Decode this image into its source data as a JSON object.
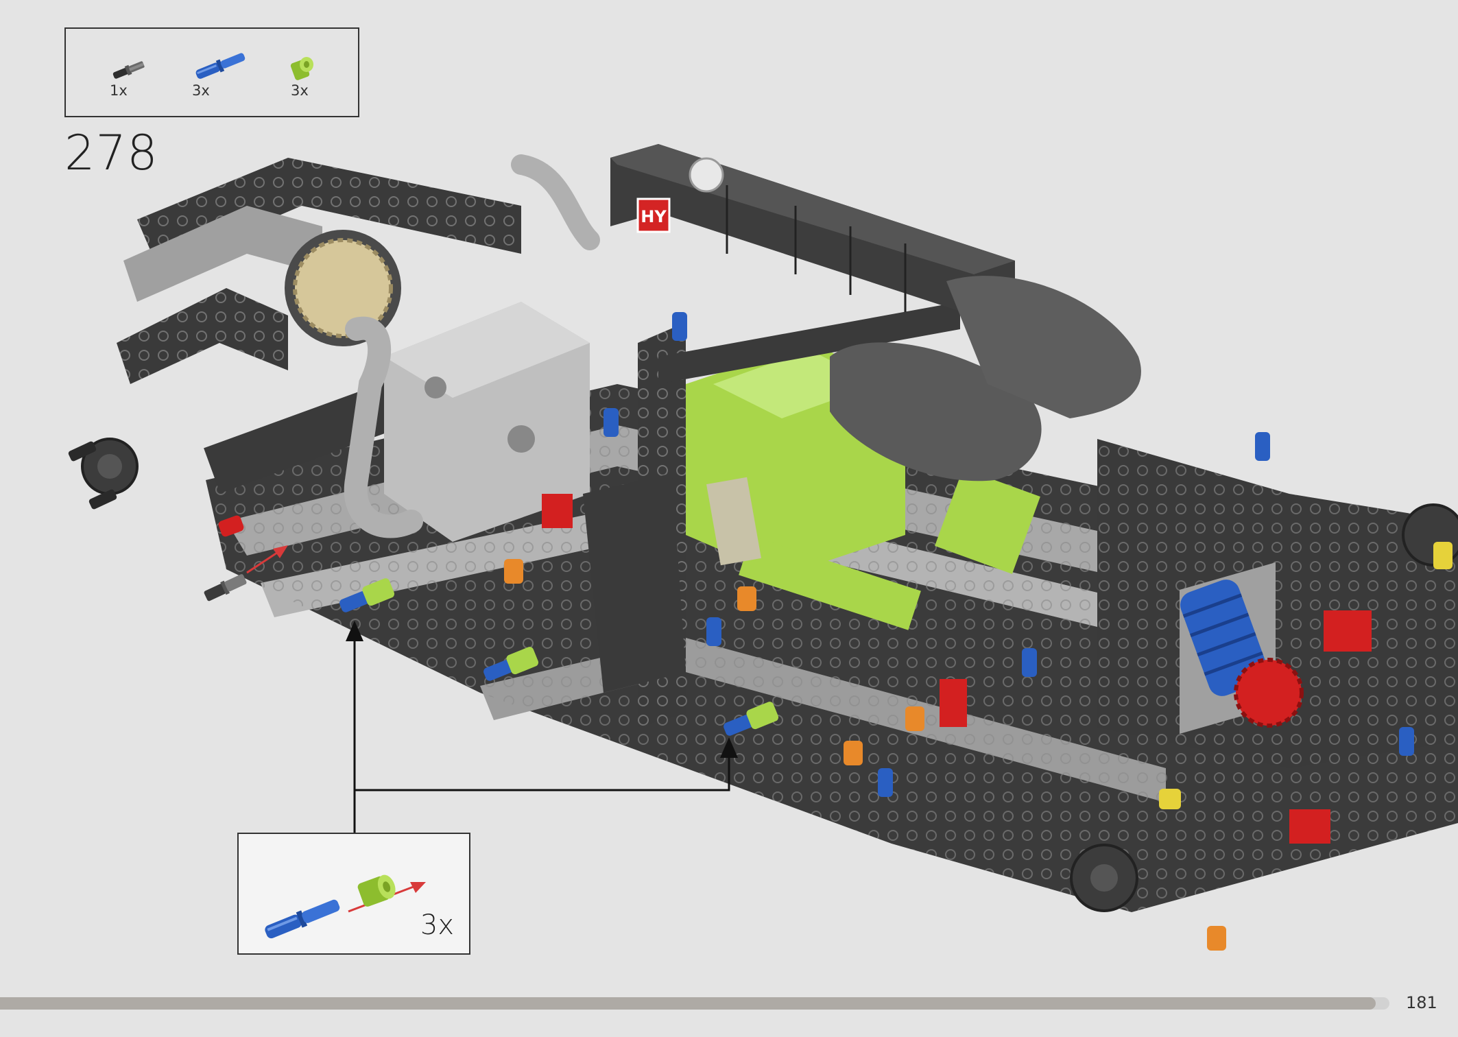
{
  "parts_list": {
    "items": [
      {
        "name": "dark-grey-axle-pin",
        "qty": "1x",
        "color": "#4a4a4a"
      },
      {
        "name": "blue-long-pin",
        "qty": "3x",
        "color": "#2a5fc2"
      },
      {
        "name": "lime-bush",
        "qty": "3x",
        "color": "#a9d64a"
      }
    ]
  },
  "step": {
    "number": "278"
  },
  "callout": {
    "qty": "3x"
  },
  "page": {
    "number": "181",
    "progress": 0.99
  },
  "colors": {
    "background": "#e4e4e4",
    "dark_grey": "#3a3a3a",
    "light_grey": "#a8a8a8",
    "lime": "#a9d64a",
    "blue": "#2a5fc2",
    "red": "#d32020",
    "orange": "#e8892a",
    "arrow_red": "#d83a3a"
  }
}
